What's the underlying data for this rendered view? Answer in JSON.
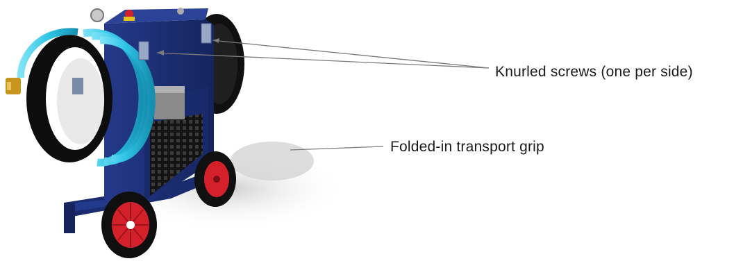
{
  "figure": {
    "subject": "blue wheeled hose-reel machine",
    "colors": {
      "frame": "#1c2f73",
      "frame_dark": "#121f52",
      "hose": "#2ec4e6",
      "wheel_hub": "#d3202a",
      "tyre": "#111111",
      "shadow": "#d9d9d9",
      "leader_line": "#7a7a7a"
    }
  },
  "callouts": [
    {
      "id": "screws",
      "text": "Knurled screws (one per side)"
    },
    {
      "id": "grip",
      "text": "Folded-in transport grip"
    }
  ]
}
